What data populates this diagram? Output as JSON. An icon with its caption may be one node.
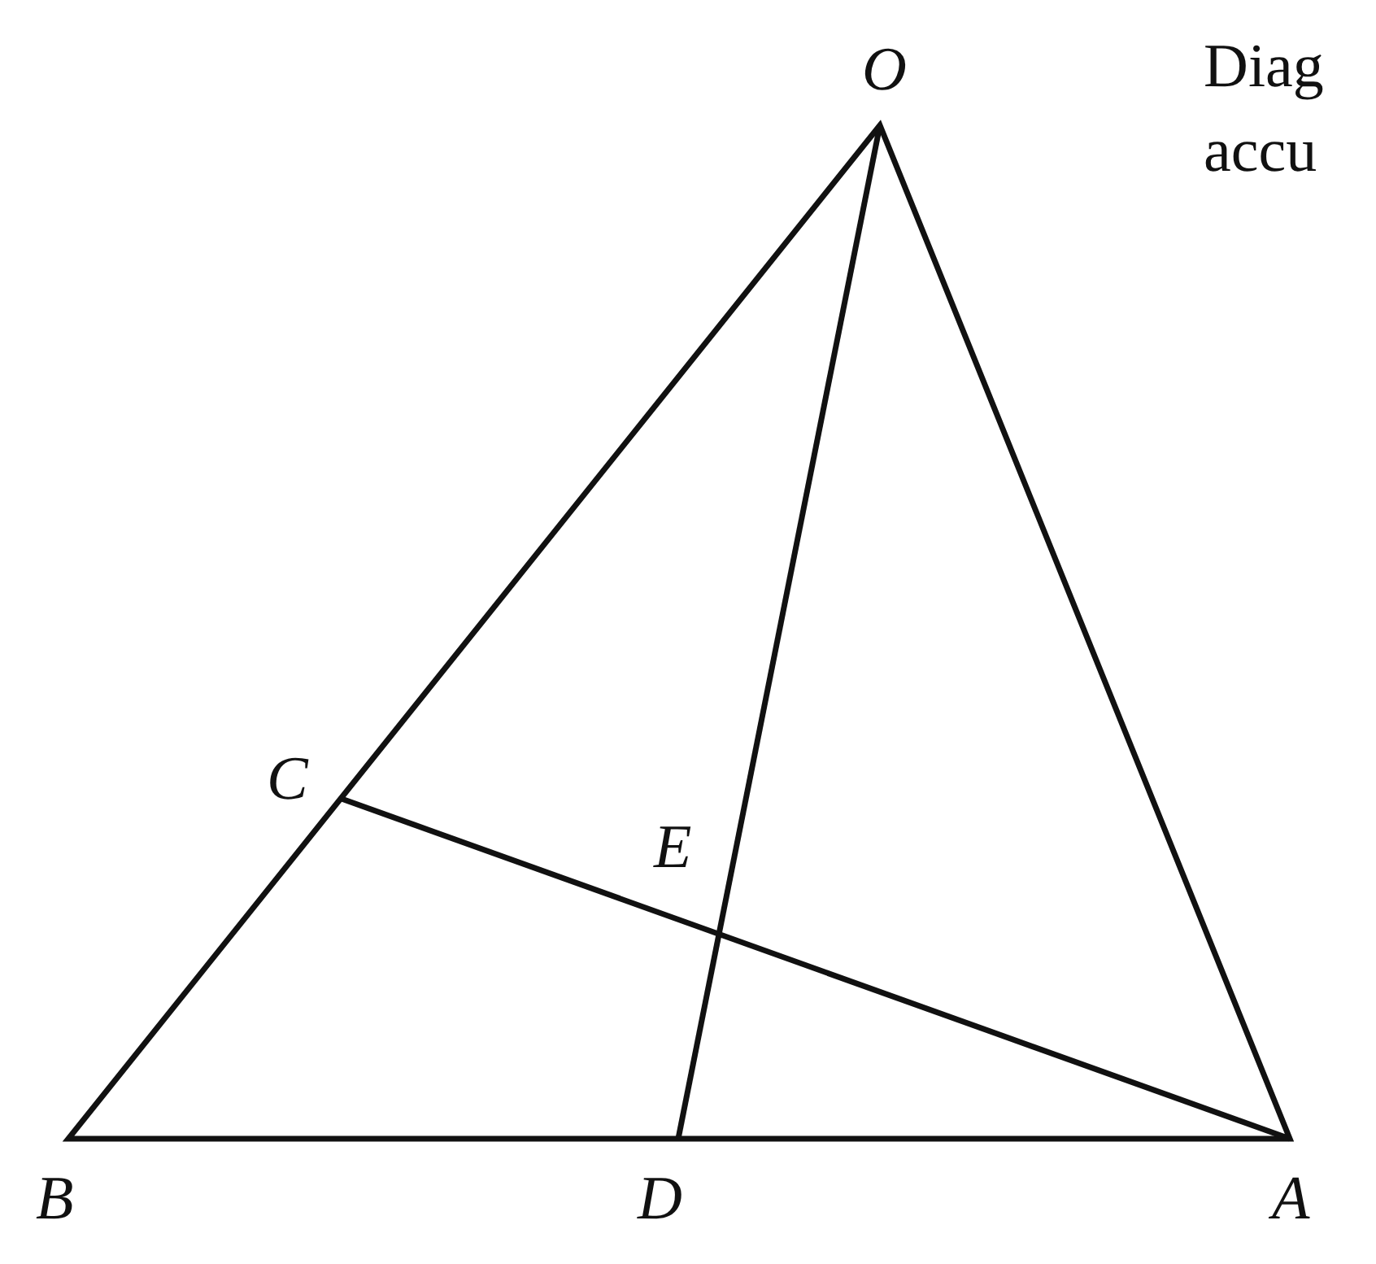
{
  "diagram": {
    "labels": [
      "O",
      "Diag",
      "accu",
      "C",
      "E",
      "B",
      "D",
      "A"
    ]
  }
}
